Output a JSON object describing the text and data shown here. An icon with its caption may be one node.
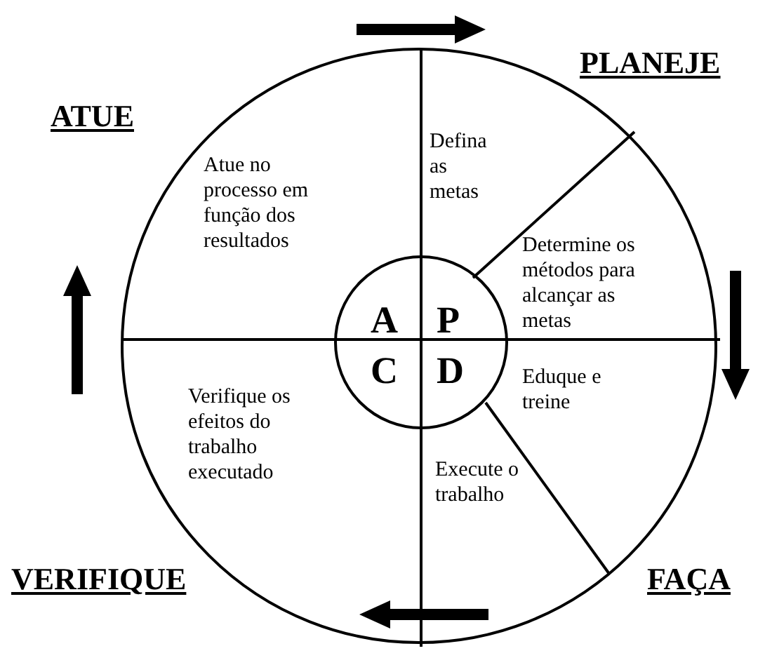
{
  "diagram": {
    "nodes": [
      {
        "text": [],
        "shape": "circle"
      },
      {
        "text": [
          "A",
          "P",
          "C",
          "D"
        ],
        "in": 0
      },
      {
        "text": [
          "Defina as metas"
        ],
        "in": 0
      },
      {
        "text": [
          "Determine os métodos para alcançar as metas"
        ],
        "in": 0
      },
      {
        "text": [
          "Atue no processo em função dos resultados"
        ],
        "in": 0
      },
      {
        "text": [
          "Verifique os efeitos do trabalho executado"
        ],
        "in": 0
      },
      {
        "text": [
          "Eduque e treine"
        ],
        "in": 0
      },
      {
        "text": [
          "Execute o trabalho"
        ],
        "in": 0
      }
    ],
    "labels": [
      "ATUE",
      "PLANEJE",
      "VERIFIQUE",
      "FAÇA"
    ]
  }
}
